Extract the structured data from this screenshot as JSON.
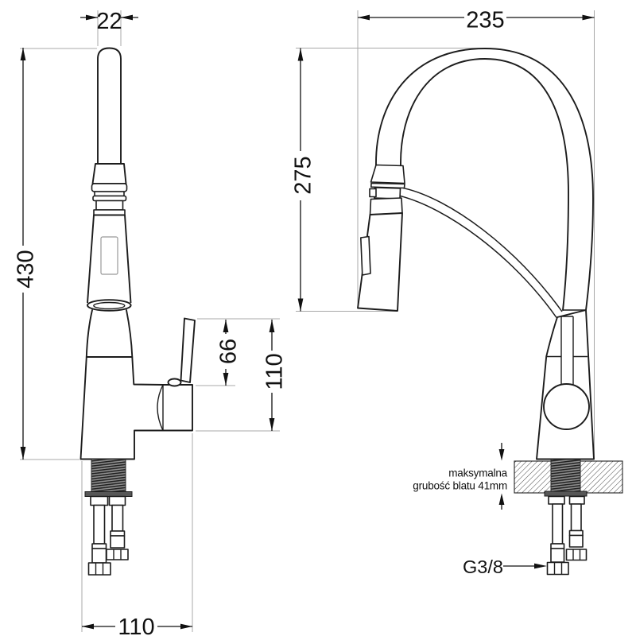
{
  "drawing": {
    "type": "technical dimension drawing",
    "subject": "kitchen faucet with pull-down sprayer, two orthographic views",
    "units": "mm",
    "dimensions": {
      "spout_pipe_width": "22",
      "total_height": "430",
      "lever_height": "66",
      "body_height": "110",
      "base_width": "110",
      "spout_reach": "235",
      "spout_height": "275"
    },
    "notes": {
      "counter_note_line1": "maksymalna",
      "counter_note_line2": "grubość blatu 41mm",
      "connection_thread": "G3/8"
    },
    "colors": {
      "line": "#1c1c1c",
      "extension_line": "#a8a8a8",
      "text": "#111111",
      "thread_fill": "#8f8f8f",
      "washer_fill": "#565656",
      "background": "#ffffff"
    }
  }
}
